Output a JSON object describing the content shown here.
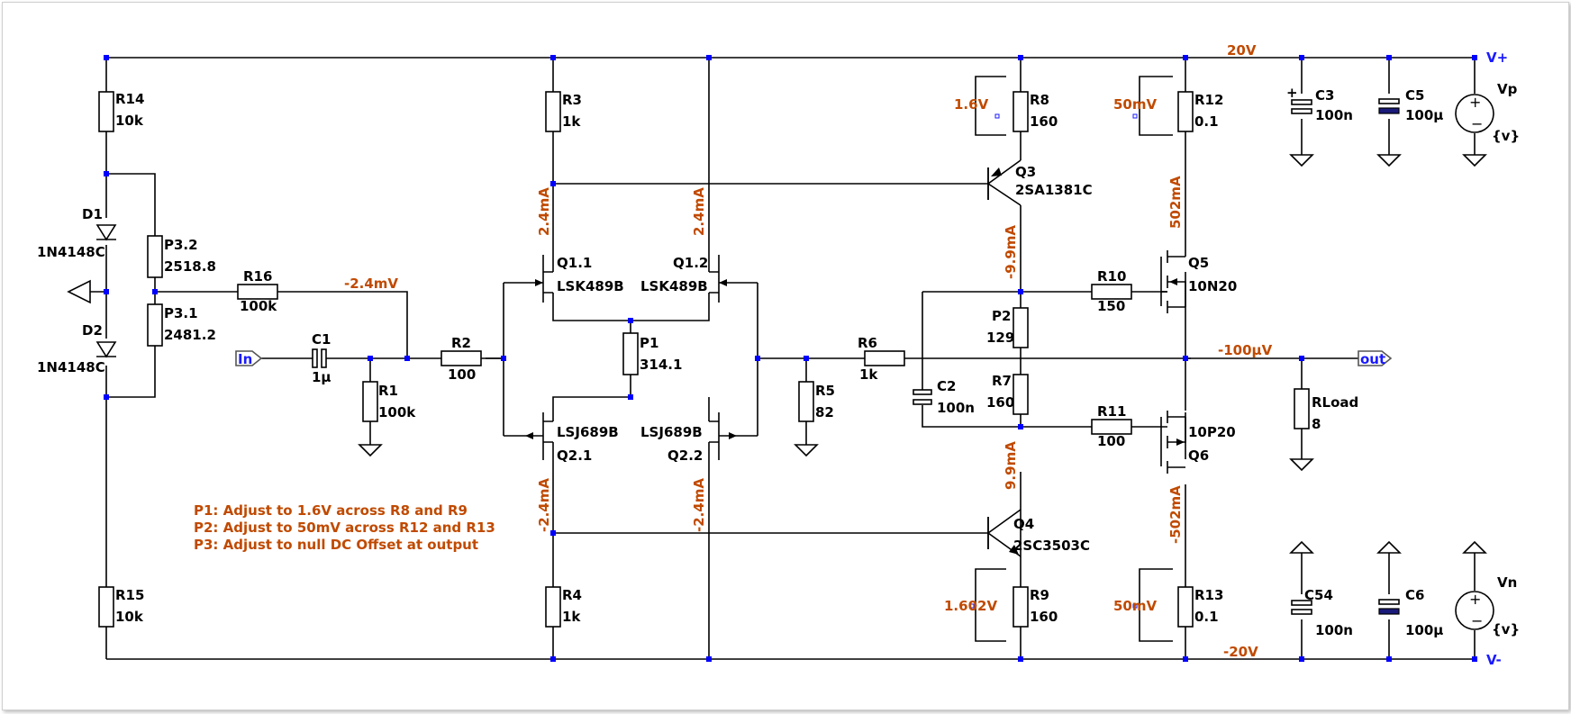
{
  "components": {
    "R14": {
      "name": "R14",
      "value": "10k"
    },
    "R15": {
      "name": "R15",
      "value": "10k"
    },
    "D1": {
      "name": "D1",
      "value": "1N4148C"
    },
    "D2": {
      "name": "D2",
      "value": "1N4148C"
    },
    "P3_2": {
      "name": "P3.2",
      "value": "2518.8"
    },
    "P3_1": {
      "name": "P3.1",
      "value": "2481.2"
    },
    "R16": {
      "name": "R16",
      "value": "100k"
    },
    "C1": {
      "name": "C1",
      "value": "1µ"
    },
    "R1": {
      "name": "R1",
      "value": "100k"
    },
    "R2": {
      "name": "R2",
      "value": "100"
    },
    "R3": {
      "name": "R3",
      "value": "1k"
    },
    "R4": {
      "name": "R4",
      "value": "1k"
    },
    "Q1_1": {
      "name": "Q1.1",
      "value": "LSK489B"
    },
    "Q1_2": {
      "name": "Q1.2",
      "value": "LSK489B"
    },
    "Q2_1": {
      "name": "Q2.1",
      "value": "LSJ689B"
    },
    "Q2_2": {
      "name": "Q2.2",
      "value": "LSJ689B"
    },
    "P1": {
      "name": "P1",
      "value": "314.1"
    },
    "R5": {
      "name": "R5",
      "value": "82"
    },
    "R6": {
      "name": "R6",
      "value": "1k"
    },
    "C2": {
      "name": "C2",
      "value": "100n"
    },
    "Q3": {
      "name": "Q3",
      "value": "2SA1381C"
    },
    "Q4": {
      "name": "Q4",
      "value": "2SC3503C"
    },
    "R8": {
      "name": "R8",
      "value": "160"
    },
    "R9": {
      "name": "R9",
      "value": "160"
    },
    "P2": {
      "name": "P2",
      "value": "129"
    },
    "R7": {
      "name": "R7",
      "value": "160"
    },
    "R10": {
      "name": "R10",
      "value": "150"
    },
    "R11": {
      "name": "R11",
      "value": "100"
    },
    "Q5": {
      "name": "Q5",
      "value": "10N20"
    },
    "Q6": {
      "name": "Q6",
      "value": "10P20"
    },
    "R12": {
      "name": "R12",
      "value": "0.1"
    },
    "R13": {
      "name": "R13",
      "value": "0.1"
    },
    "C3": {
      "name": "C3",
      "value": "100n"
    },
    "C54": {
      "name": "C54",
      "value": "100n"
    },
    "C5": {
      "name": "C5",
      "value": "100µ"
    },
    "C6": {
      "name": "C6",
      "value": "100µ"
    },
    "Vp": {
      "name": "Vp",
      "value": "{v}"
    },
    "Vn": {
      "name": "Vn",
      "value": "{v}"
    },
    "RLoad": {
      "name": "RLoad",
      "value": "8"
    }
  },
  "nets": {
    "input": "In",
    "output": "out",
    "vplus": "V+",
    "vminus": "V-"
  },
  "measurements": {
    "rail_pos": "20V",
    "rail_neg": "-20V",
    "r16_node": "-2.4mV",
    "out_offset": "-100µV",
    "q1_1_current": "2.4mA",
    "q1_2_current": "2.4mA",
    "q2_1_current": "-2.4mA",
    "q2_2_current": "-2.4mA",
    "q3_current": "-9.9mA",
    "q4_current": "9.9mA",
    "q5_current": "502mA",
    "q6_current": "-502mA",
    "r8_voltage": "1.6V",
    "r9_voltage": "1.602V",
    "r12_voltage": "50mV",
    "r13_voltage": "50mV"
  },
  "notes": [
    "P1: Adjust to 1.6V across R8 and R9",
    "P2: Adjust to 50mV across R12 and R13",
    "P3: Adjust to null DC Offset at output"
  ]
}
